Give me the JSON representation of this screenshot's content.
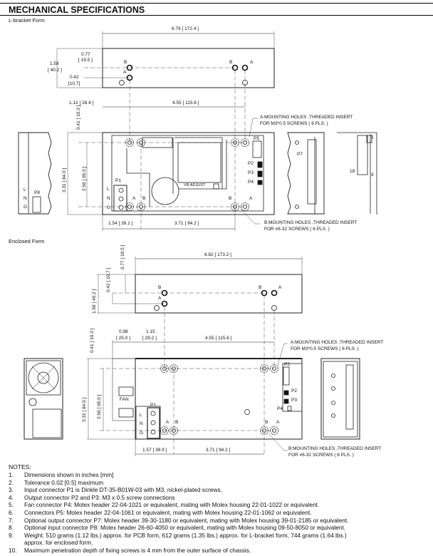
{
  "title": "MECHANICAL SPECIFICATIONS",
  "lbracket": {
    "label": "L-bracket Form",
    "width_dim": "6.79 [ 172.4 ]",
    "height_dim_a": "1.58",
    "height_dim_b": "[ 40.2 ]",
    "d077_a": "0.77",
    "d077_b": "[ 19.5 ]",
    "d042_a": "0.42",
    "d042_b": "[10.7]",
    "d112": "1.12 [ 28.4 ]",
    "d455": "4.55 [ 115.6 ]",
    "d041": "0.41 [ 10.3 ]",
    "d331": "3.31 [ 84.0 ]",
    "d256": "2.56 [ 65.0 ]",
    "d154": "1.54 [ 39.1 ]",
    "d371": "3.71 [ 94.2 ]",
    "note_a1": "A:MOUNTING HOLES ,THREADED INSERT",
    "note_a2": "FOR M3*0.5 SCREWS ( 6 PLS. )",
    "note_b1": "B:MOUNTING HOLES ,THREADED INSERT",
    "note_b2": "FOR #6-32 SCREWS ( 6 PLS. )",
    "hole_a": "A",
    "hole_b": "B",
    "p1": "P1",
    "p2": "P2",
    "p3": "P3",
    "p4": "P4",
    "p5": "P5",
    "p7": "P7",
    "p8": "P8",
    "l": "L",
    "n": "N",
    "g": "G",
    "vr_adjust": "VR ADJUST",
    "pin_1": "1",
    "pin_9": "9",
    "pin_18": "18"
  },
  "enclosed": {
    "label": "Enclosed Form",
    "width_dim": "6.82 [ 173.2 ]",
    "d158": "1.58 [ 40.2 ]",
    "d042": "0.42 [ 10.7 ]",
    "d077": "0.77 [ 19.5 ]",
    "d098_a": "0.98",
    "d098_b": "[ 25.0 ]",
    "d115_a": "1.15",
    "d115_b": "[ 29.2 ]",
    "d455": "4.55 [ 115.6 ]",
    "d041": "0.41 [ 10.3 ]",
    "d331": "3.31 [ 84.0 ]",
    "d256": "2.56 [ 65.0 ]",
    "d157": "1.57 [ 39.9 ]",
    "d371": "3.71 [ 94.2 ]",
    "fan": "FAN",
    "note_a1": "A:MOUNTING HOLES ,THREADED INSERT",
    "note_a2": "FOR M3*0.5 SCREWS ( 6 PLS. )",
    "note_b1": "B:MOUNTING HOLES ,THREADED INSERT",
    "note_b2": "FOR #6-32 SCREWS ( 6 PLS. )"
  },
  "notes": {
    "title": "NOTES:",
    "items": [
      {
        "n": "1.",
        "text": "Dimensions shown in inches [mm]"
      },
      {
        "n": "2.",
        "text": "Tolerance 0.02 [0.5] maximum"
      },
      {
        "n": "3.",
        "text": "Input connector P1 is Dinkle DT-35-B01W-03 with M3, nickel-plated screws."
      },
      {
        "n": "4.",
        "text": "Output connector P2 and P3: M3 x 0.5 screw connections"
      },
      {
        "n": "5.",
        "text": "Fan connector P4: Molex header 22-04-1021 or equivalent, mating with Molex housing 22-01-1022 or equivalent."
      },
      {
        "n": "6.",
        "text": "Connectors P5: Molex header 22-04-1061 or equivalent, mating with Molex housing 22-01-1062 or equivalent."
      },
      {
        "n": "7.",
        "text": "Optional output connector P7: Molex header 39-30-1180 or equivalent, mating with Molex housing 39-01-2185 or equivalent."
      },
      {
        "n": "8.",
        "text": "Optional input connector P8: Molex header 26-60-4050 or equivalent, mating with Molex housing 09-50-8050 or equivalent."
      },
      {
        "n": "9.",
        "text": "Weight: 510 grams (1.12 lbs.) approx. for PCB form, 612 grams (1.35 lbs.) approx. for L-bracket form, 744 grams (1.64 lbs.)"
      },
      {
        "n": "",
        "text": "approx. for enclosed form."
      },
      {
        "n": "10.",
        "text": "Maximum penetration depth of fixing screws is 4 mm from the outer surface of chassis."
      }
    ]
  }
}
